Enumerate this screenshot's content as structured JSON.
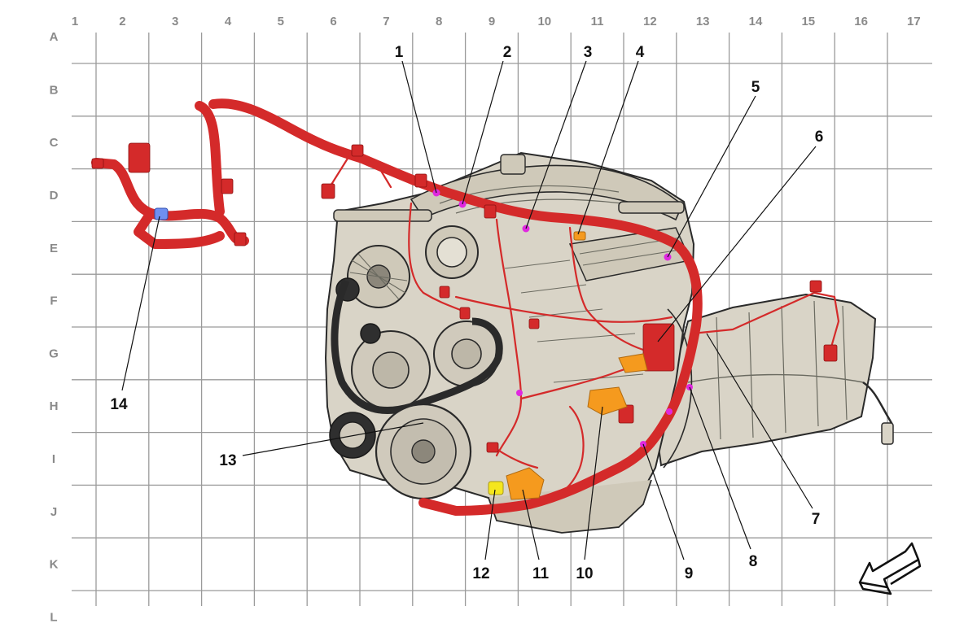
{
  "grid": {
    "columns": [
      "1",
      "2",
      "3",
      "4",
      "5",
      "6",
      "7",
      "8",
      "9",
      "10",
      "11",
      "12",
      "13",
      "14",
      "15",
      "16",
      "17"
    ],
    "rows": [
      "A",
      "B",
      "C",
      "D",
      "E",
      "F",
      "G",
      "H",
      "I",
      "J",
      "K",
      "L"
    ]
  },
  "callouts": [
    "1",
    "2",
    "3",
    "4",
    "5",
    "6",
    "7",
    "8",
    "9",
    "10",
    "11",
    "12",
    "13",
    "14"
  ],
  "colors": {
    "grid": "#9a9a9a",
    "grid_text": "#8a8a8a",
    "engine_fill": "#d9d4c7",
    "harness": "#d42a2a",
    "connector_point": "#e028e0",
    "component_orange": "#f59a1e",
    "component_yellow": "#f5e61e",
    "component_blue": "#6f8ff0"
  },
  "icons": {
    "front_direction": "front-arrow-icon"
  }
}
